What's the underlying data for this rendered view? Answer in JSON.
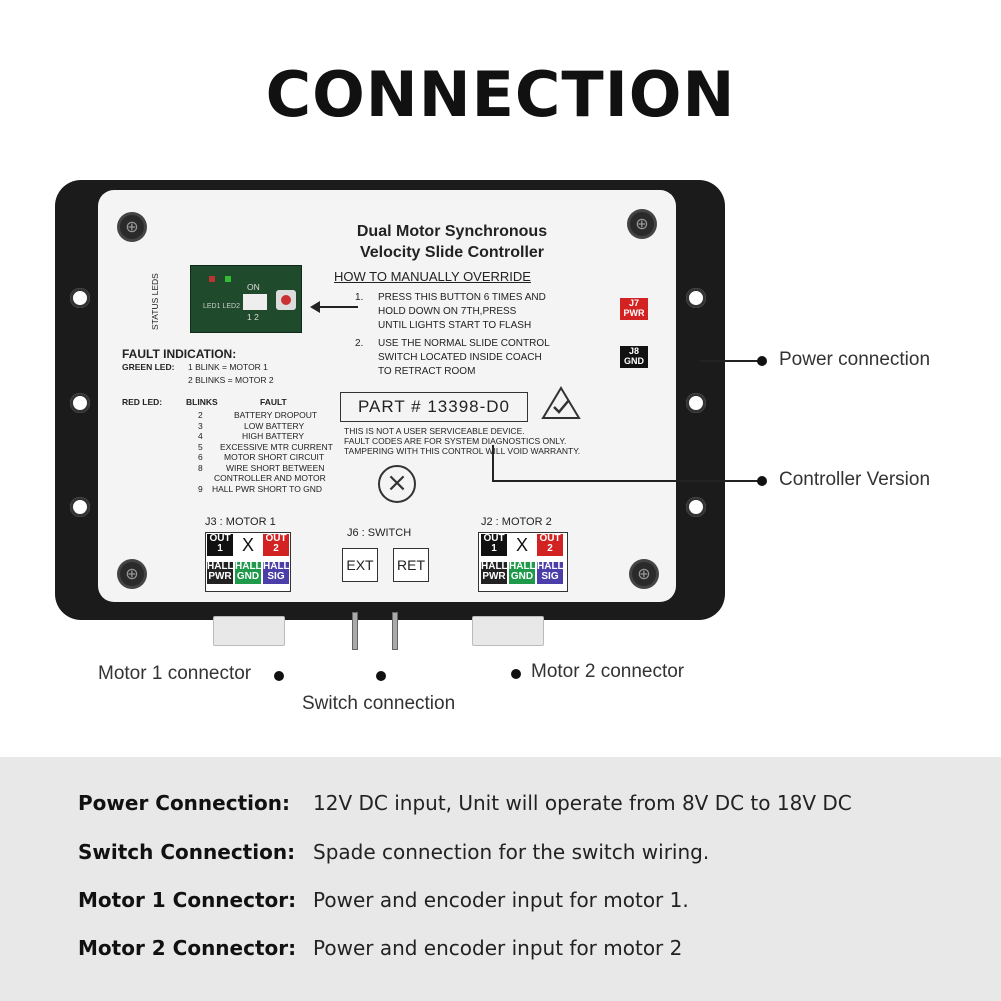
{
  "headline": "CONNECTION",
  "device": {
    "title_line1": "Dual Motor Synchronous",
    "title_line2": "Velocity Slide Controller",
    "status_leds": "STATUS LEDS",
    "pcb_on": "ON",
    "pcb_led_labels": "LED1 LED2",
    "pcb_pins": "1  2",
    "override_heading": "HOW TO MANUALLY OVERRIDE",
    "override_steps": [
      {
        "num": "1.",
        "lines": [
          "PRESS THIS BUTTON 6 TIMES AND",
          "HOLD DOWN ON 7TH,PRESS",
          "UNTIL  LIGHTS START TO FLASH"
        ]
      },
      {
        "num": "2.",
        "lines": [
          "USE THE NORMAL SLIDE CONTROL",
          "SWITCH LOCATED INSIDE COACH",
          "TO RETRACT ROOM"
        ]
      }
    ],
    "fault_heading": "FAULT  INDICATION:",
    "green_led_label": "GREEN LED:",
    "green_led_rows": [
      "1  BLINK   = MOTOR 1",
      "2  BLINKS = MOTOR 2"
    ],
    "red_led_label": "RED LED:",
    "blinks_header": "BLINKS",
    "fault_header": "FAULT",
    "red_led_rows": [
      {
        "blinks": "2",
        "fault": "BATTERY DROPOUT"
      },
      {
        "blinks": "3",
        "fault": "LOW BATTERY"
      },
      {
        "blinks": "4",
        "fault": "HIGH BATTERY"
      },
      {
        "blinks": "5",
        "fault": "EXCESSIVE MTR CURRENT"
      },
      {
        "blinks": "6",
        "fault": "MOTOR SHORT CIRCUIT"
      },
      {
        "blinks": "8",
        "fault": "WIRE SHORT BETWEEN"
      },
      {
        "blinks": "",
        "fault": "CONTROLLER AND MOTOR"
      },
      {
        "blinks": "9",
        "fault": "HALL PWR SHORT TO GND"
      }
    ],
    "part_number": "PART  # 13398-D0",
    "warning_lines": [
      "THIS IS NOT A USER SERVICEABLE DEVICE.",
      "FAULT CODES ARE FOR SYSTEM DIAGNOSTICS ONLY.",
      "TAMPERING WITH THIS CONTROL WILL VOID WARRANTY."
    ],
    "j7_line1": "J7",
    "j7_line2": "PWR",
    "j8_line1": "J8",
    "j8_line2": "GND",
    "j3_label": "J3 : MOTOR 1",
    "j6_label": "J6 : SWITCH",
    "j2_label": "J2 : MOTOR 2",
    "out1": "OUT 1",
    "x_mark": "X",
    "out2": "OUT 2",
    "hall_pwr": "HALL PWR",
    "hall_gnd": "HALL GND",
    "hall_sig": "HALL SIG",
    "ext": "EXT",
    "ret": "RET",
    "colors": {
      "out1": "#111111",
      "out2": "#d32222",
      "hall_pwr": "#222222",
      "hall_gnd": "#1e9a4a",
      "hall_sig": "#4b3ea8",
      "j7": "#d32222",
      "j8": "#111111"
    }
  },
  "callouts": {
    "power": "Power connection",
    "version": "Controller Version",
    "motor1": "Motor 1 connector",
    "switch": "Switch connection",
    "motor2": "Motor 2 connector"
  },
  "specs": [
    {
      "key": "Power Connection:",
      "value": "12V DC input, Unit will operate from 8V DC to 18V DC"
    },
    {
      "key": "Switch Connection:",
      "value": "Spade connection for the switch wiring."
    },
    {
      "key": "Motor 1 Connector:",
      "value": "Power and encoder input for motor 1."
    },
    {
      "key": "Motor 2 Connector:",
      "value": "Power and encoder input for motor 2"
    }
  ]
}
